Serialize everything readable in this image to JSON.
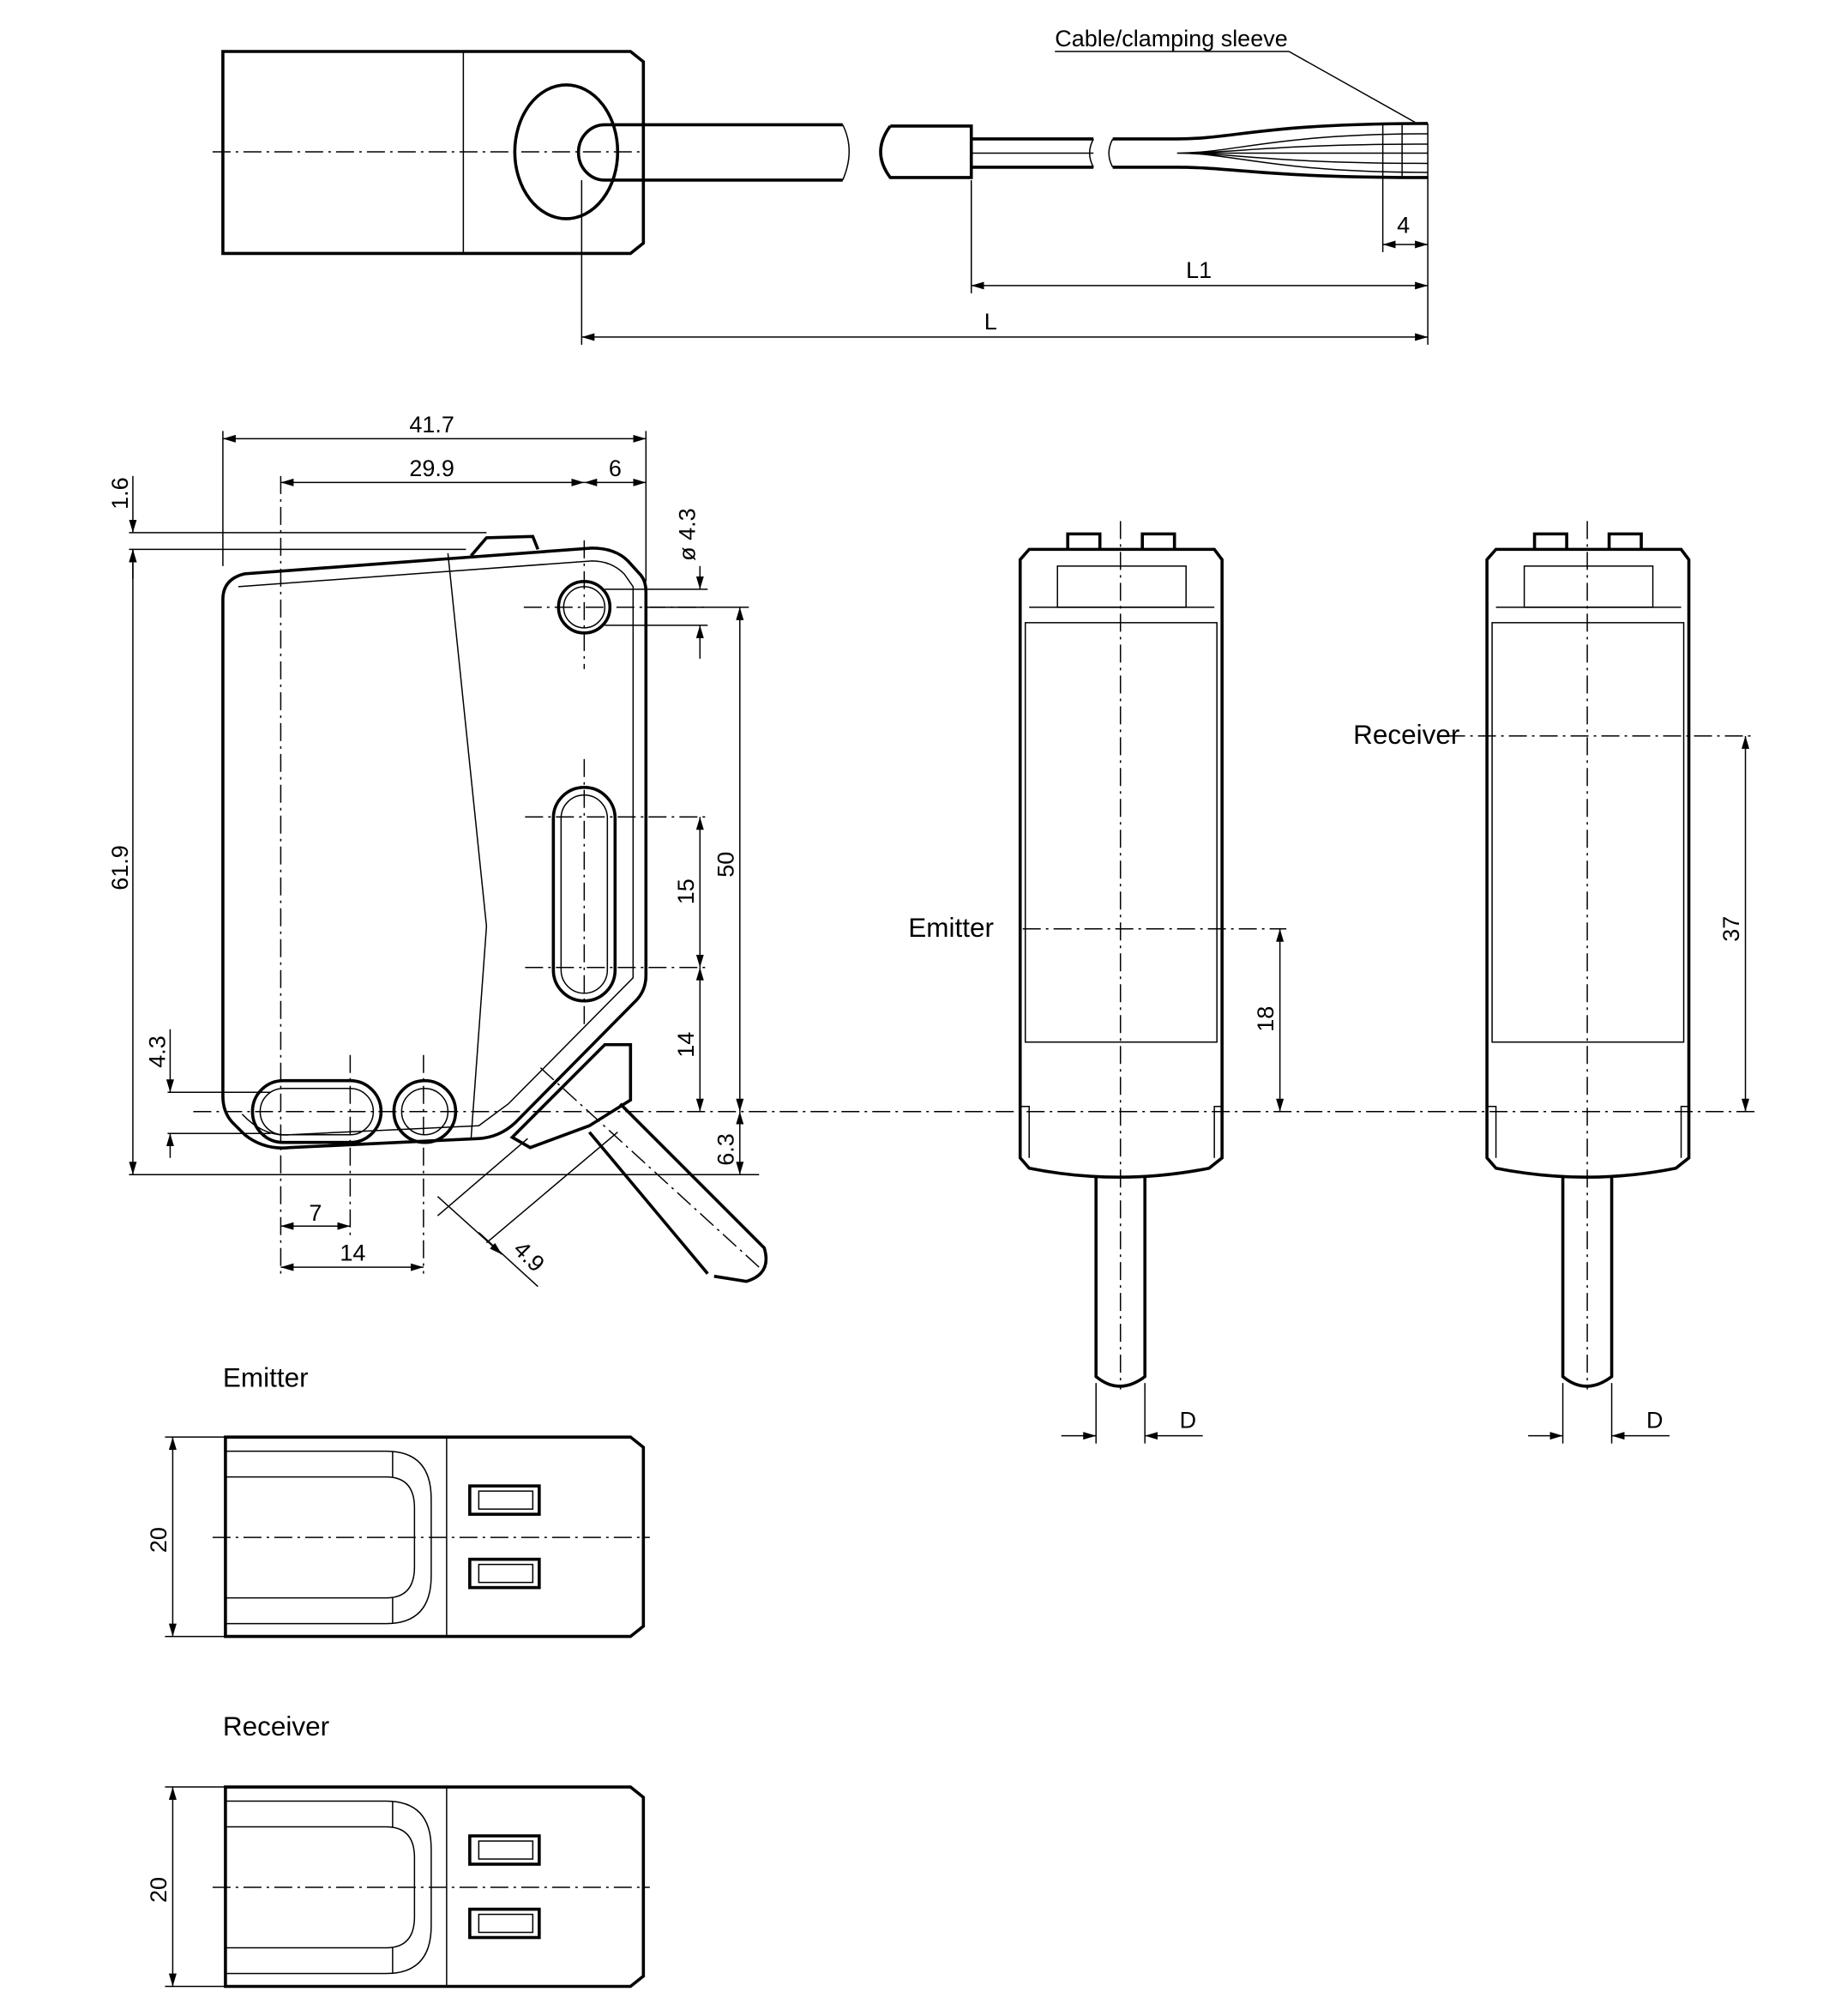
{
  "top_view": {
    "label_sleeve": "Cable/clamping sleeve",
    "dim_4": "4",
    "dim_L1": "L1",
    "dim_L": "L"
  },
  "side_view": {
    "dim_width": "41.7",
    "dim_29_9": "29.9",
    "dim_6": "6",
    "dim_1_6": "1.6",
    "dim_hole": "ø 4.3",
    "dim_height": "61.9",
    "dim_50": "50",
    "dim_15": "15",
    "dim_14v": "14",
    "dim_4_3": "4.3",
    "dim_6_3": "6.3",
    "dim_7": "7",
    "dim_14h": "14",
    "dim_4_9": "4.9"
  },
  "front_emitter": {
    "label": "Emitter",
    "dim_18": "18",
    "dim_D": "D"
  },
  "front_receiver": {
    "label": "Receiver",
    "dim_37": "37",
    "dim_D": "D"
  },
  "bottom_emitter": {
    "title": "Emitter",
    "dim_20": "20"
  },
  "bottom_receiver": {
    "title": "Receiver",
    "dim_20": "20"
  }
}
